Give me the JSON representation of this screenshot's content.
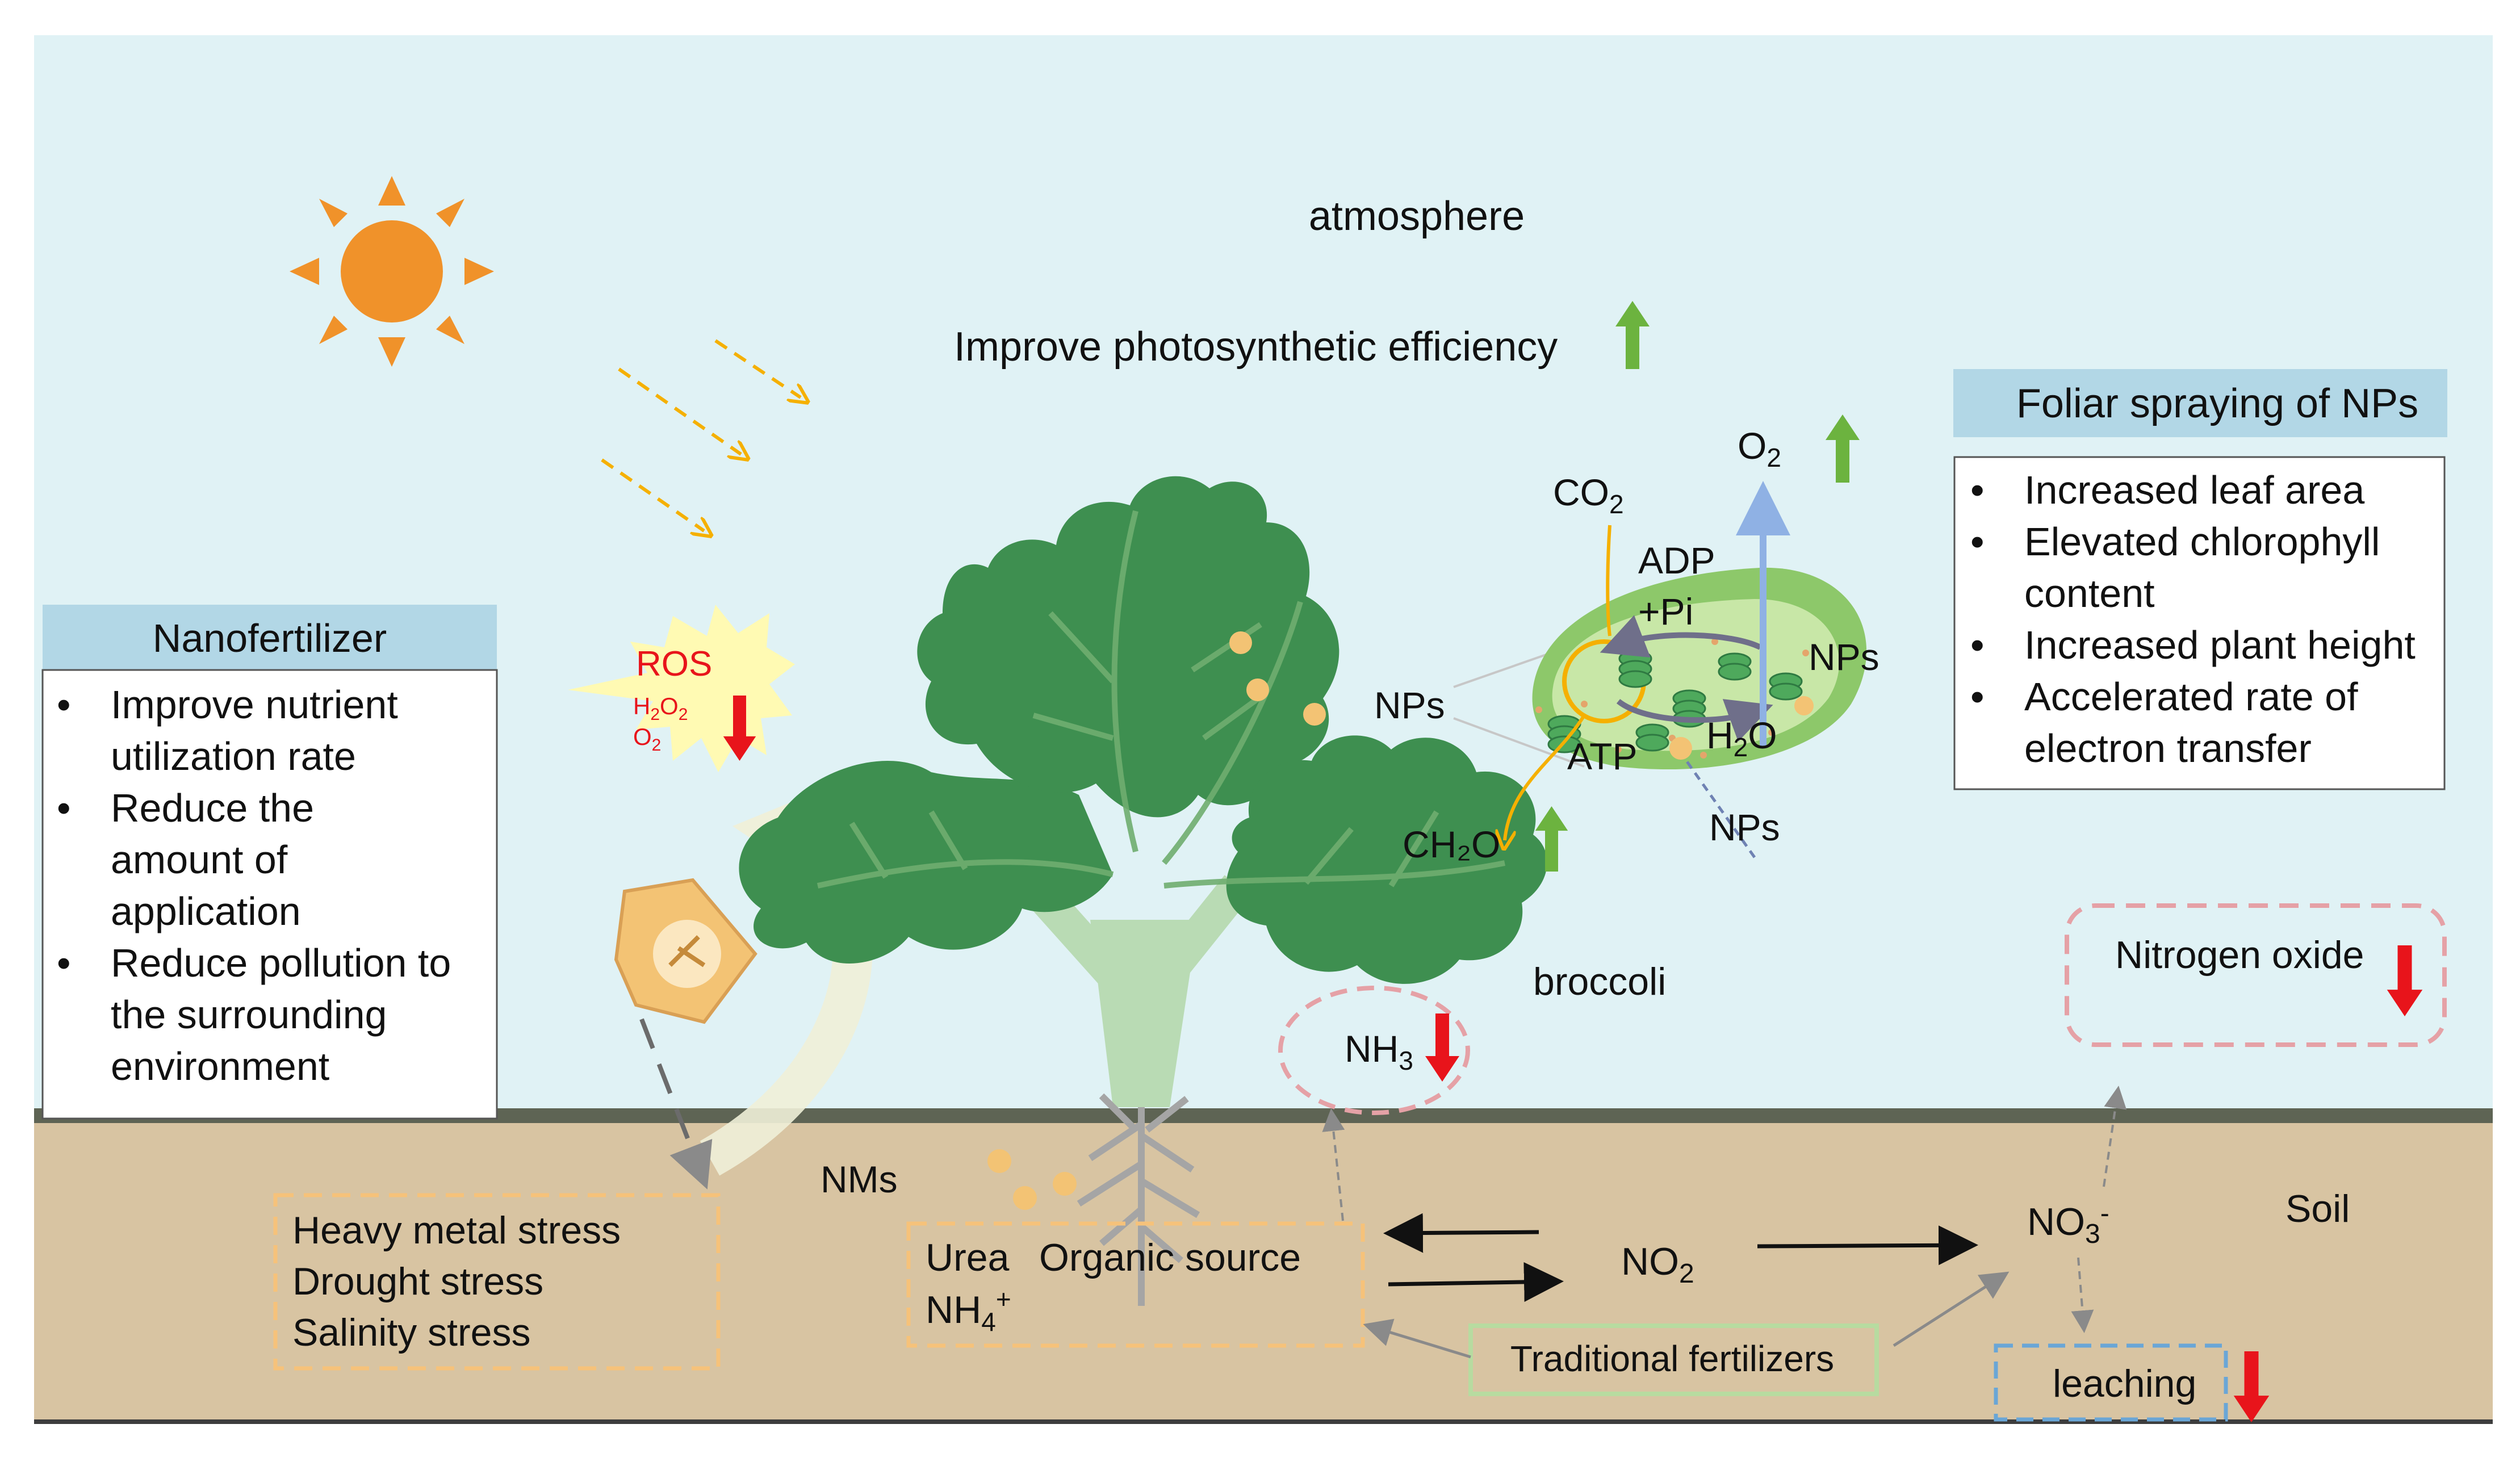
{
  "labels": {
    "atmosphere": "atmosphere",
    "photosynthesis": "Improve photosynthetic efficiency",
    "ros": "ROS",
    "h2o2_main": "H",
    "h2o2_sub1": "2",
    "h2o2_mid": "O",
    "h2o2_sub2": "2",
    "o2_small_main": "O",
    "o2_small_sub": "2",
    "co2_main": "CO",
    "co2_sub": "2",
    "o2_main": "O",
    "o2_sub": "2",
    "adp": "ADP",
    "pi": "+Pi",
    "atp": "ATP",
    "h2o_a": "H",
    "h2o_sub": "2",
    "h2o_b": "O",
    "nps_leaf": "NPs",
    "nps_chloro_right": "NPs",
    "nps_chloro_bottom": "NPs",
    "ch2o": "CH₂O",
    "broccoli": "broccoli",
    "nh3_main": "NH",
    "nh3_sub": "3",
    "nitrogen_oxide": "Nitrogen oxide",
    "nms": "NMs",
    "soil": "Soil",
    "no2_main": "NO",
    "no2_sub": "2",
    "no3_main": "NO",
    "no3_sub": "3",
    "no3_sup": "-",
    "urea": "Urea",
    "organic": "Organic source",
    "nh4_main": "NH",
    "nh4_sub": "4",
    "nh4_sup": "+",
    "traditional": "Traditional fertilizers",
    "leaching": "leaching"
  },
  "nanofertilizer": {
    "title": "Nanofertilizer",
    "items": [
      [
        "Improve nutrient",
        "utilization rate"
      ],
      [
        "Reduce the",
        "amount of",
        "application"
      ],
      [
        "Reduce pollution to",
        "the surrounding",
        "environment"
      ]
    ]
  },
  "foliar": {
    "title": "Foliar spraying of NPs",
    "items": [
      [
        "Increased leaf area"
      ],
      [
        "Elevated chlorophyll",
        "content"
      ],
      [
        "Increased plant height"
      ],
      [
        "Accelerated rate of",
        "electron transfer"
      ]
    ]
  },
  "stress": [
    "Heavy metal stress",
    "Drought stress",
    "Salinity stress"
  ],
  "colors": {
    "sky": "#e0f2f5",
    "soil": "#d8c4a2",
    "ground_line": "#5e6454",
    "header_blue": "#b2d7e6",
    "leaf": "#3e8f50",
    "leaf_dark": "#2f7a42",
    "sun": "#f0922a",
    "up_arrow": "#6cb33f",
    "down_arrow": "#e8141b",
    "ros_text": "#e8141b",
    "np_dot": "#f3c374",
    "orange_dash": "#f6c27a",
    "pink_dash": "#e5a1a6",
    "blue_dash": "#6aa6d6",
    "green_box": "#b7dba0"
  }
}
